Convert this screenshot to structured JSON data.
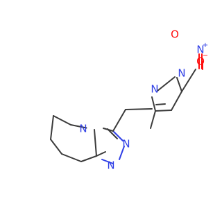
{
  "molecule": {
    "atoms": {
      "pyrazole_n1": "N",
      "pyrazole_n2": "N",
      "triazole_n4": "N",
      "triazole_n1": "N",
      "triazole_n2": "N",
      "nitro_n": "N",
      "nitro_o1": "O",
      "nitro_o2": "O",
      "nitro_n_charge": "+",
      "nitro_o_charge": "−"
    },
    "colors": {
      "carbon_bond": "#3b3b3b",
      "nitrogen": "#2f3fe6",
      "oxygen": "#ff0d0d",
      "background": "#ffffff"
    }
  }
}
